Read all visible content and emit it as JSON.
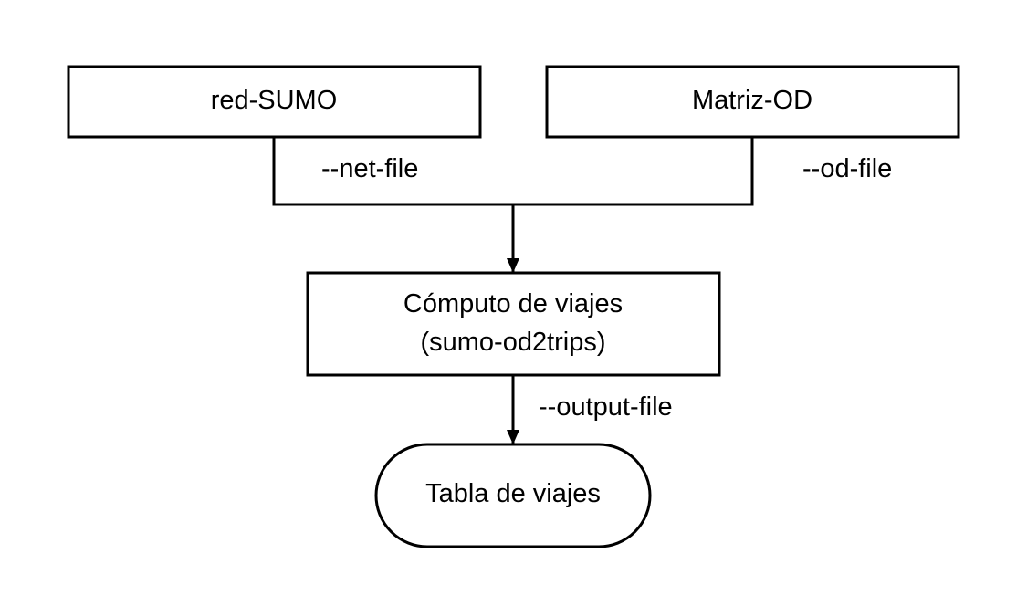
{
  "nodes": {
    "red_sumo": {
      "label": "red-SUMO"
    },
    "matriz_od": {
      "label": "Matriz-OD"
    },
    "computo": {
      "line1": "Cómputo de viajes",
      "line2": "(sumo-od2trips)"
    },
    "tabla": {
      "label": "Tabla de viajes"
    }
  },
  "edges": {
    "net_file": {
      "label": "--net-file"
    },
    "od_file": {
      "label": "--od-file"
    },
    "output_file": {
      "label": "--output-file"
    }
  },
  "colors": {
    "stroke": "#000000",
    "fill": "#ffffff"
  }
}
